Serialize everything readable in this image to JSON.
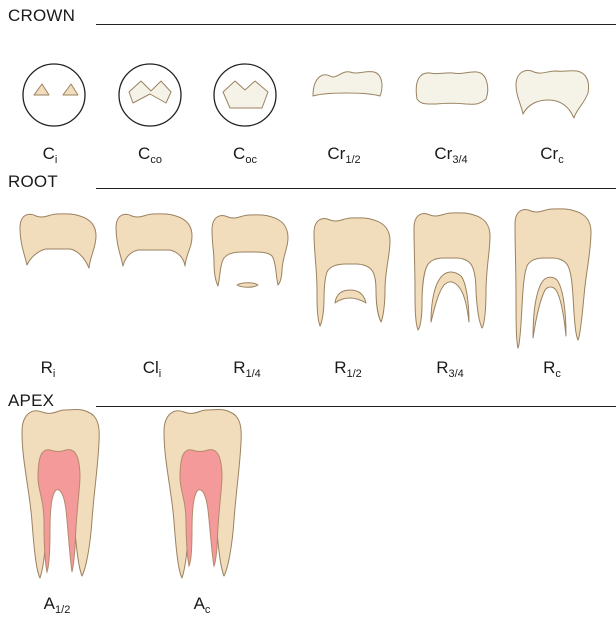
{
  "sections": {
    "crown": {
      "title": "CROWN"
    },
    "root": {
      "title": "ROOT"
    },
    "apex": {
      "title": "APEX"
    }
  },
  "stages": {
    "crown": [
      {
        "base": "C",
        "sub": "i"
      },
      {
        "base": "C",
        "sub": "co"
      },
      {
        "base": "C",
        "sub": "oc"
      },
      {
        "base": "Cr",
        "sub": "1/2"
      },
      {
        "base": "Cr",
        "sub": "3/4"
      },
      {
        "base": "Cr",
        "sub": "c"
      }
    ],
    "root": [
      {
        "base": "R",
        "sub": "i"
      },
      {
        "base": "Cl",
        "sub": "i"
      },
      {
        "base": "R",
        "sub": "1/4"
      },
      {
        "base": "R",
        "sub": "1/2"
      },
      {
        "base": "R",
        "sub": "3/4"
      },
      {
        "base": "R",
        "sub": "c"
      }
    ],
    "apex": [
      {
        "base": "A",
        "sub": "1/2"
      },
      {
        "base": "A",
        "sub": "c"
      }
    ]
  },
  "colors": {
    "dentine": "#f1dcbb",
    "enamel": "#f5f3e8",
    "pulp": "#f59a9a",
    "outline": "#9a8260"
  }
}
